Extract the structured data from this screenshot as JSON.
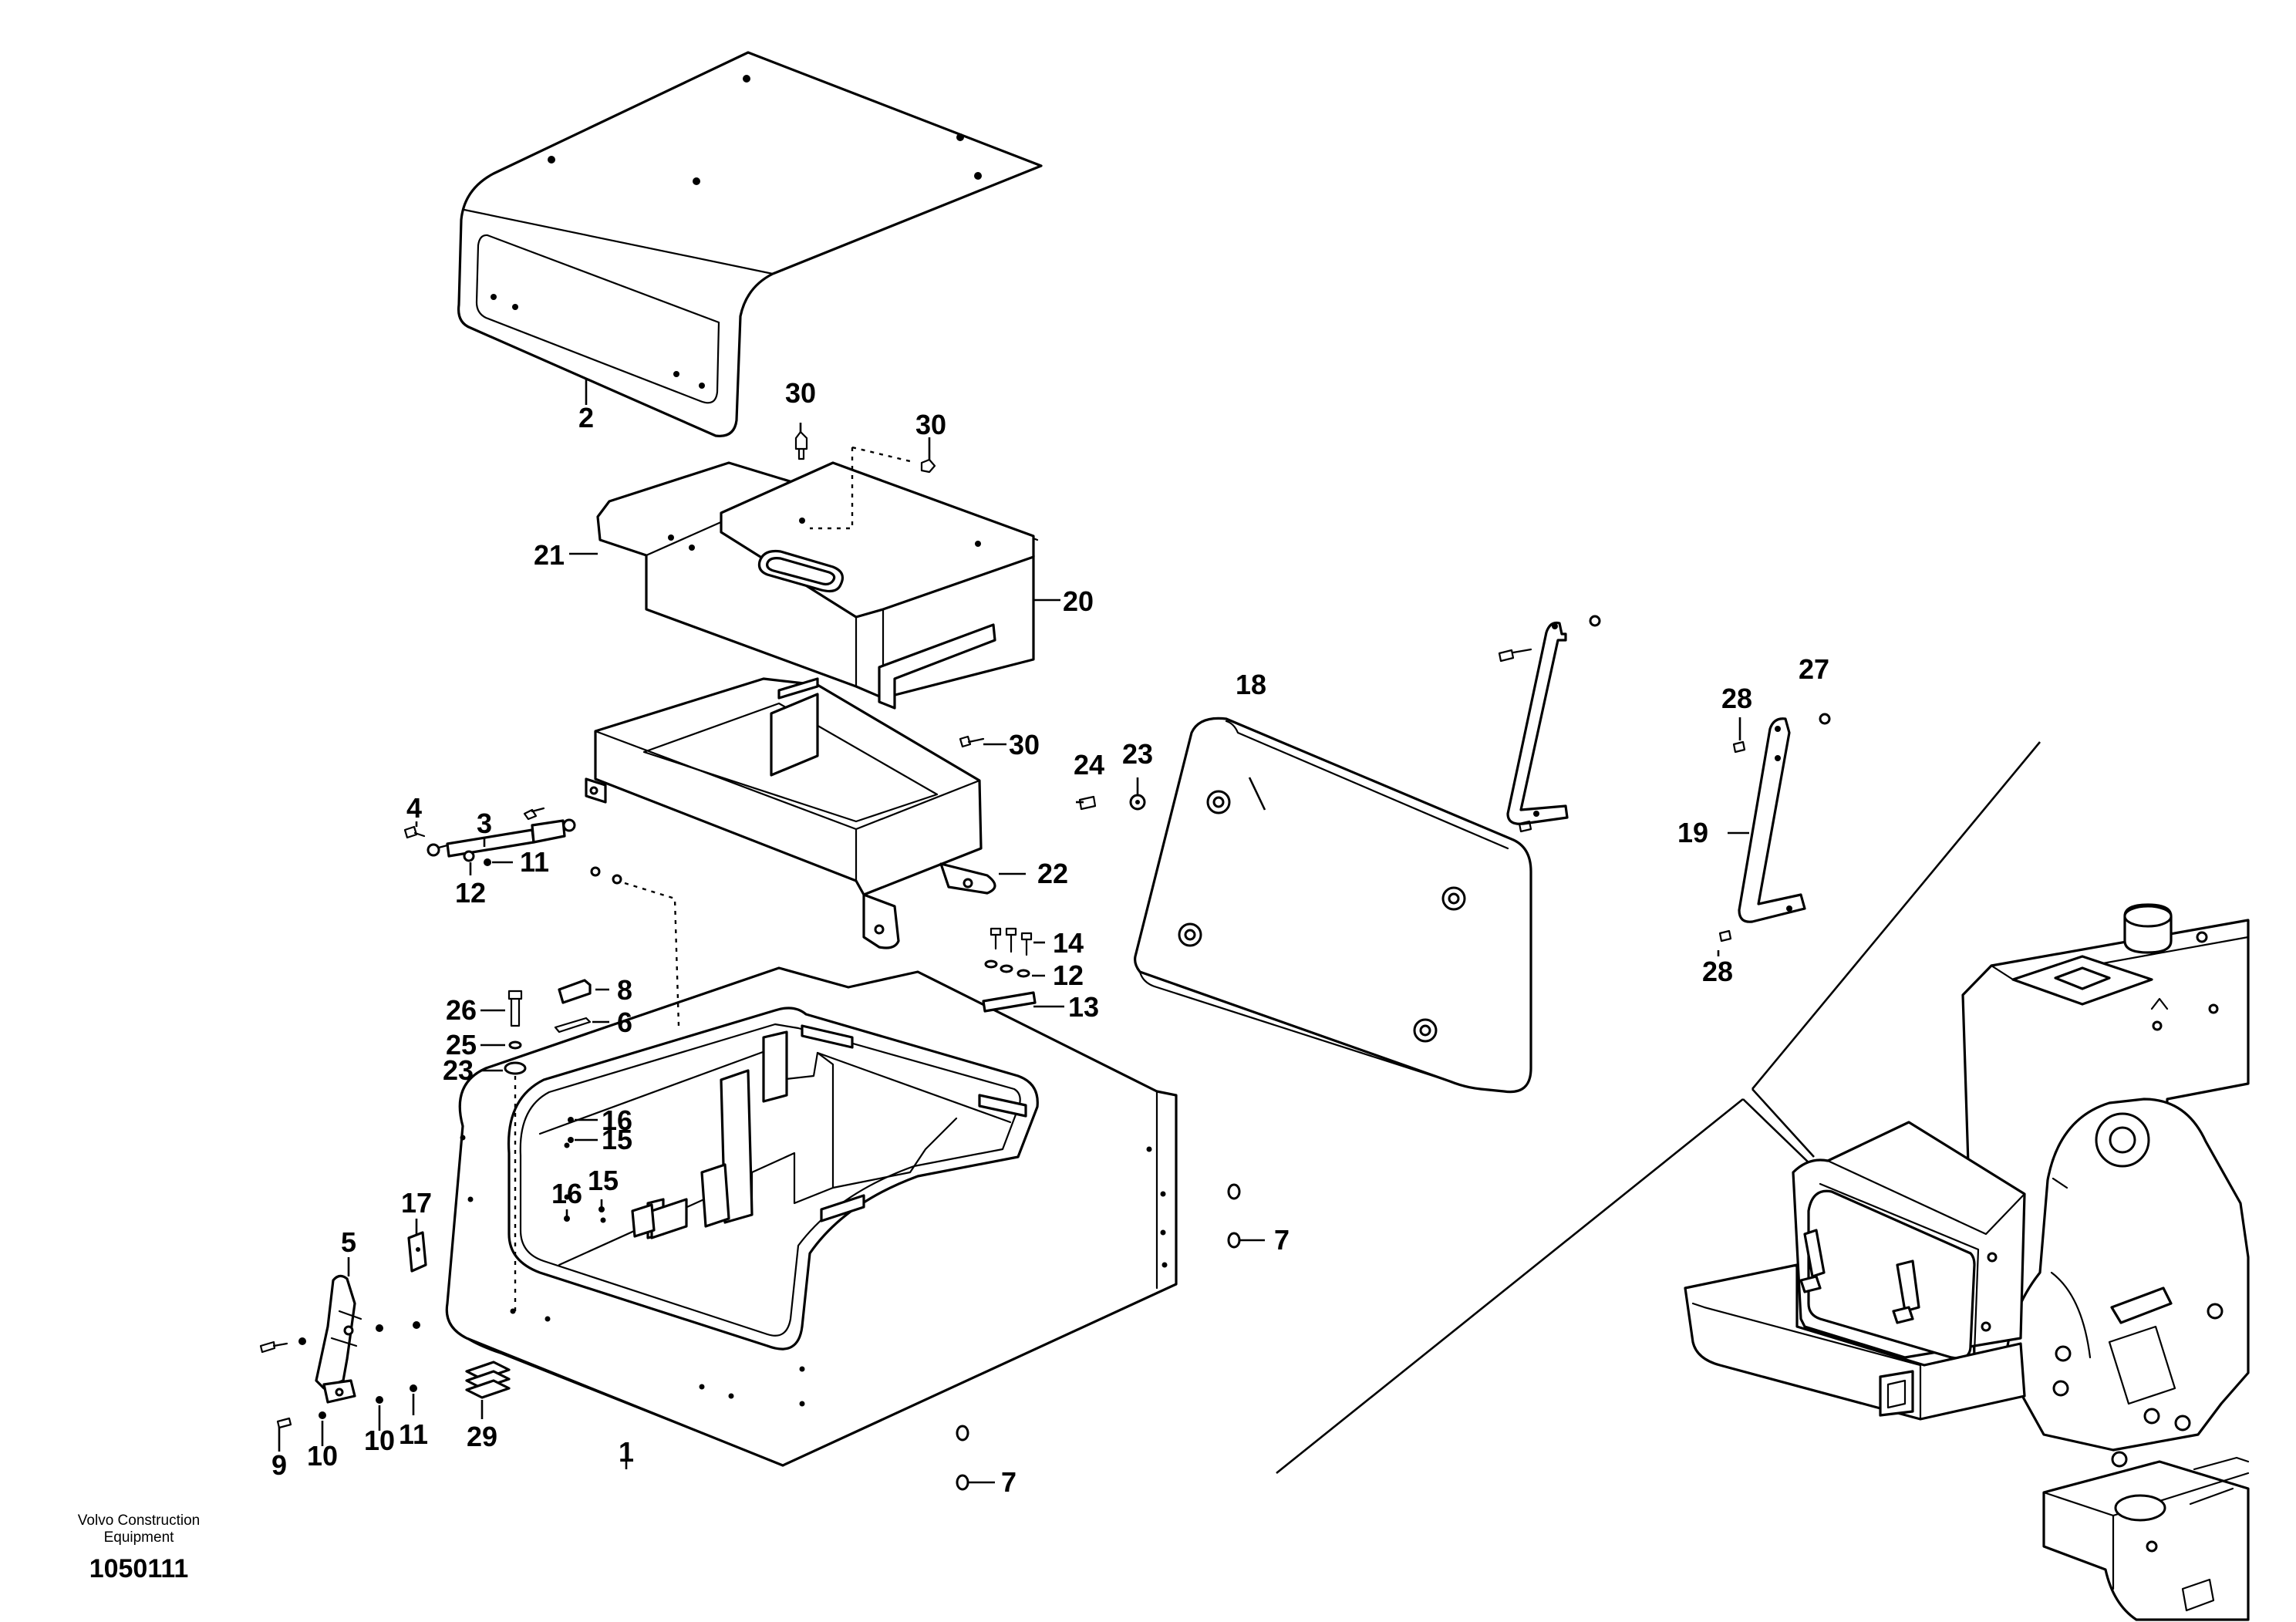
{
  "publisher": {
    "line1": "Volvo Construction",
    "line2": "Equipment"
  },
  "illustration_number": "1050111",
  "callouts": {
    "c1": "1",
    "c2": "2",
    "c3": "3",
    "c4": "4",
    "c5": "5",
    "c6": "6",
    "c7a": "7",
    "c7b": "7",
    "c8": "8",
    "c9": "9",
    "c10a": "10",
    "c10b": "10",
    "c11a": "11",
    "c11b": "11",
    "c12a": "12",
    "c12b": "12",
    "c13": "13",
    "c14": "14",
    "c15a": "15",
    "c15b": "15",
    "c16a": "16",
    "c16b": "16",
    "c17": "17",
    "c18": "18",
    "c19": "19",
    "c20": "20",
    "c21": "21",
    "c22": "22",
    "c23a": "23",
    "c23b": "23",
    "c24": "24",
    "c25": "25",
    "c26": "26",
    "c27": "27",
    "c28a": "28",
    "c28b": "28",
    "c29": "29",
    "c30a": "30",
    "c30b": "30",
    "c30c": "30"
  }
}
